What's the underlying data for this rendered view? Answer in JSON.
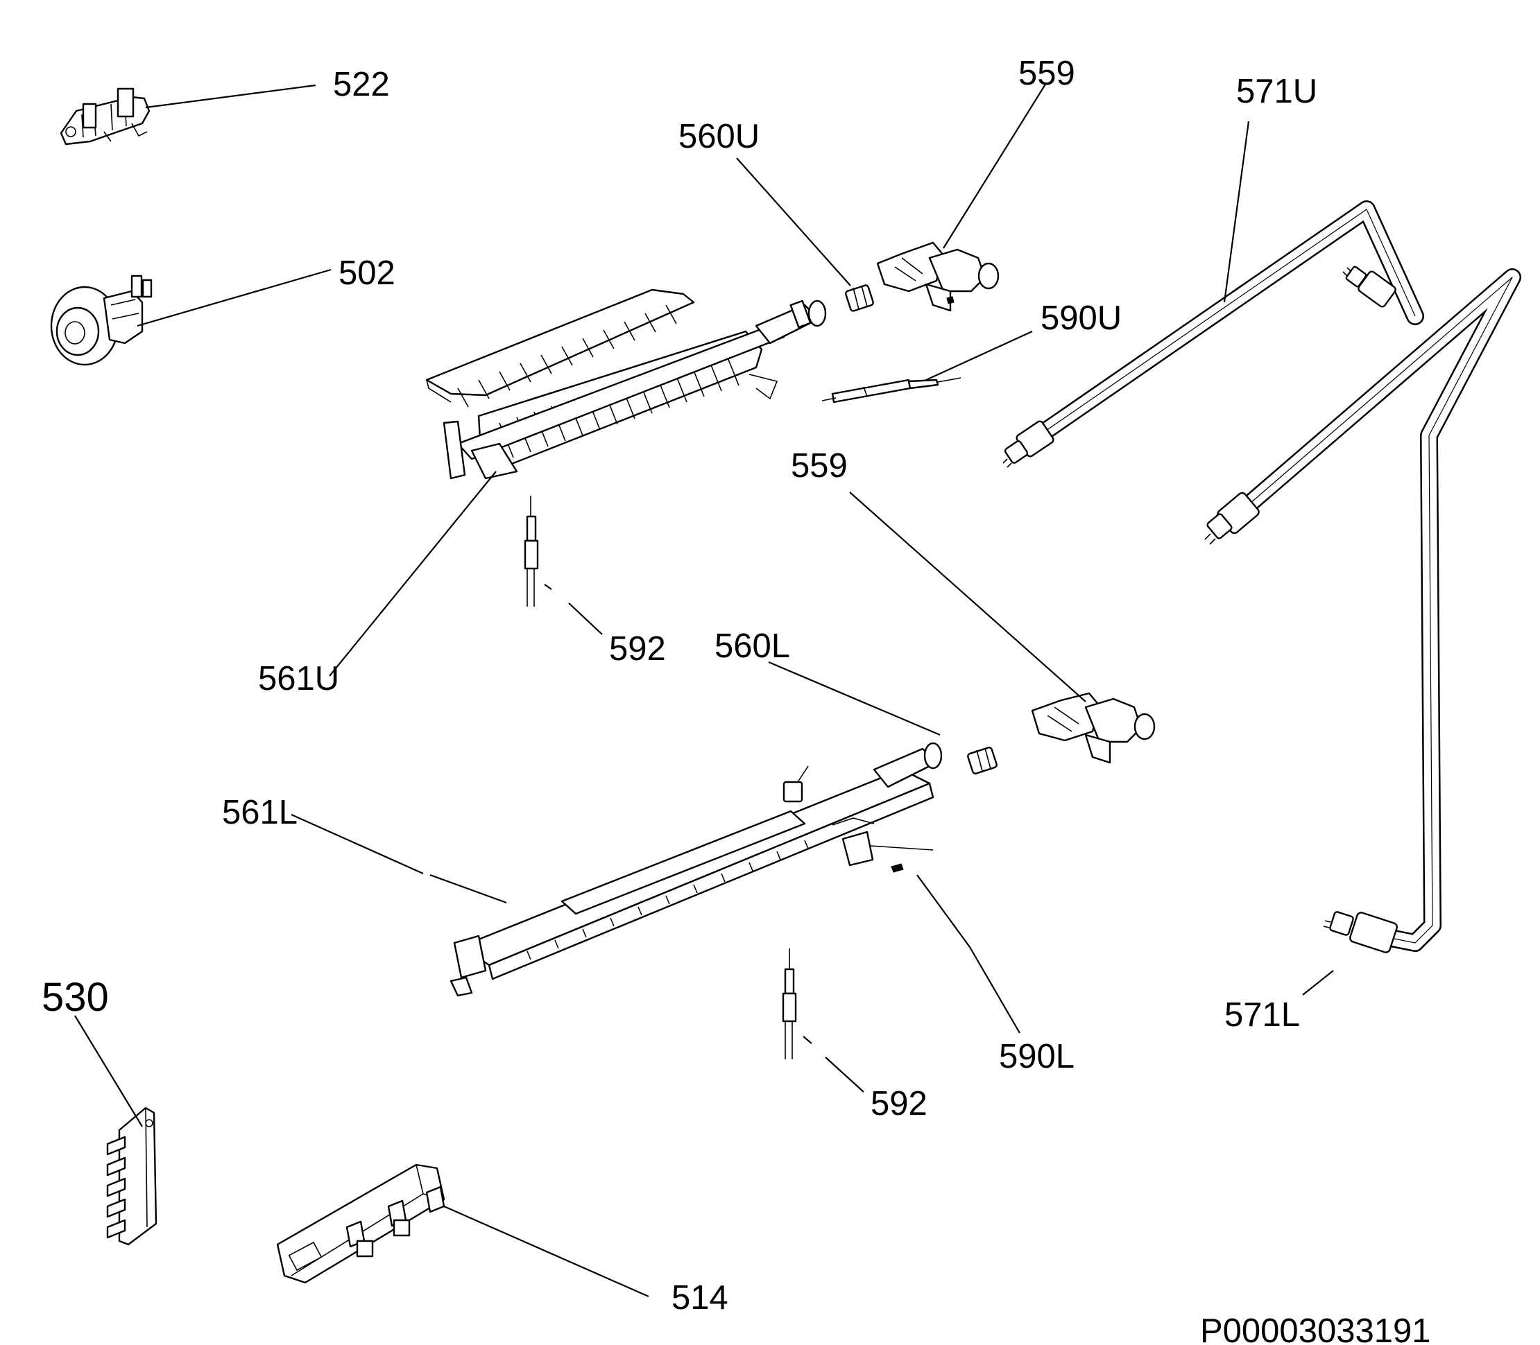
{
  "labels": {
    "l522": "522",
    "l502": "502",
    "l559_top": "559",
    "l560U": "560U",
    "l571U": "571U",
    "l590U": "590U",
    "l559_mid": "559",
    "l561U": "561U",
    "l592_top": "592",
    "l560L": "560L",
    "l561L": "561L",
    "l530": "530",
    "l571L": "571L",
    "l590L": "590L",
    "l592_bottom": "592",
    "l514": "514"
  },
  "drawing_code": "P00003033191"
}
